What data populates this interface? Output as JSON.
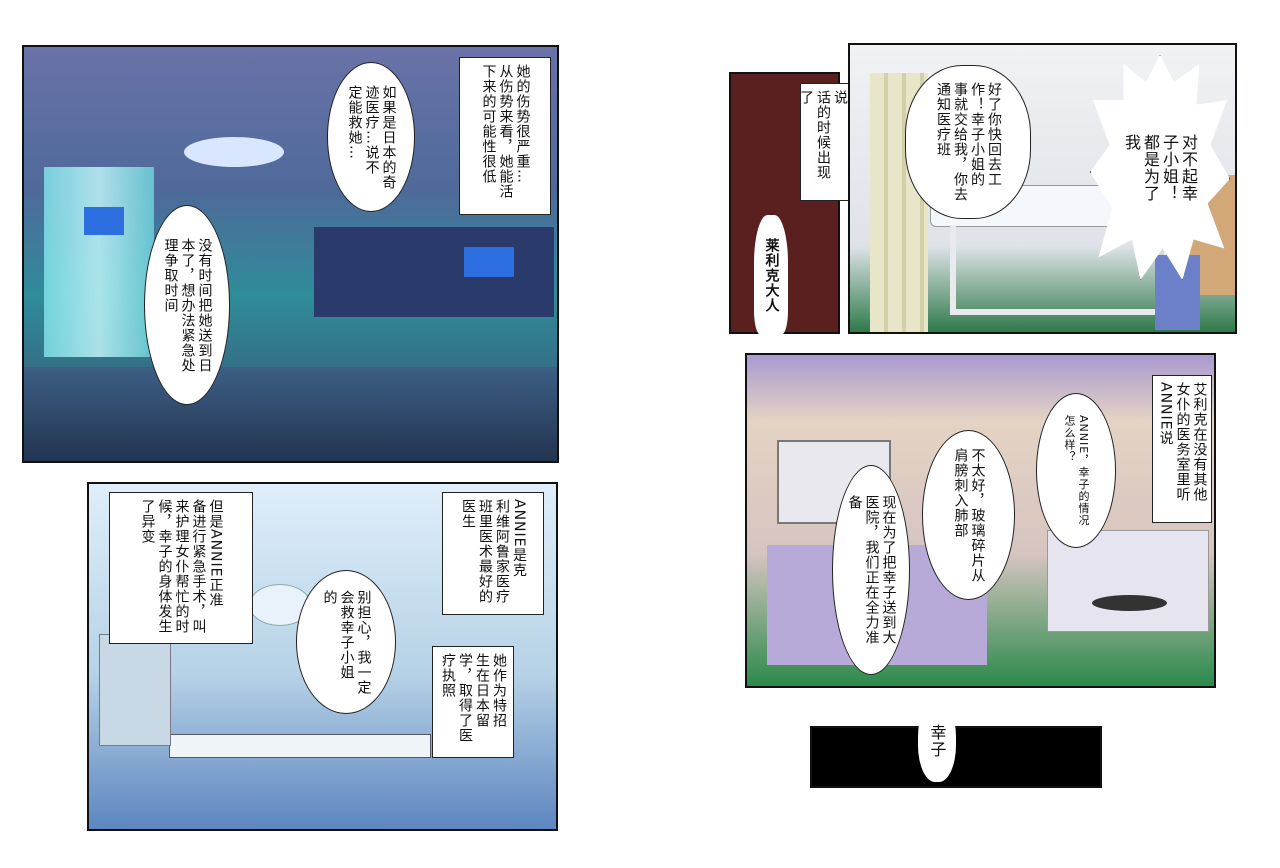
{
  "panel1": {
    "caption": "她的伤势很严重…\n从伤势来看，她能活\n下来的可能性很低",
    "bubble_a": "如果是日本的奇\n迹医疗…说不\n定能救她…",
    "bubble_b": "没有时间把她送到日\n本了，想办法紧急处\n理争取时间"
  },
  "panel2": {
    "caption_left": "但是ANNIE正准\n备进行紧急手术，叫\n来护理女仆帮忙的时\n候，幸子的身体发生\n了异变",
    "caption_right": "ANNIE是克\n利维阿鲁家医疗\n班里医术最好的\n医生",
    "bubble": "别担心，我一定\n会救幸子小姐\n的",
    "caption_bottom": "她作为特招\n生在日本留\n学，取得了医\n疗执照"
  },
  "panel3": {
    "caption": "艾利克在她们说\n话的时候出现了",
    "shout": "莱利克大人",
    "bubble": "好了你快回去工\n作！幸子小姐的\n事就交给我，你去\n通知医疗班",
    "spiky": "对不起幸\n子小姐！\n都是为了\n我"
  },
  "panel4": {
    "caption": "艾利克在没有其他\n女仆的医务室里听\nANNIE说",
    "bubble_a": "ANNIE，幸子的情况\n怎么样？",
    "bubble_b": "不太好，玻璃碎片从\n肩膀刺入肺部",
    "bubble_c": "现在为了把幸子送到大\n医院，我们正在全力准\n备"
  },
  "panel5": {
    "bubble": "幸子"
  },
  "colors": {
    "lab": "#5a6a9a",
    "or_room": "#b8d4e6",
    "dark_box": "#5a1f1f",
    "infirmary": "#c9b9d9"
  }
}
